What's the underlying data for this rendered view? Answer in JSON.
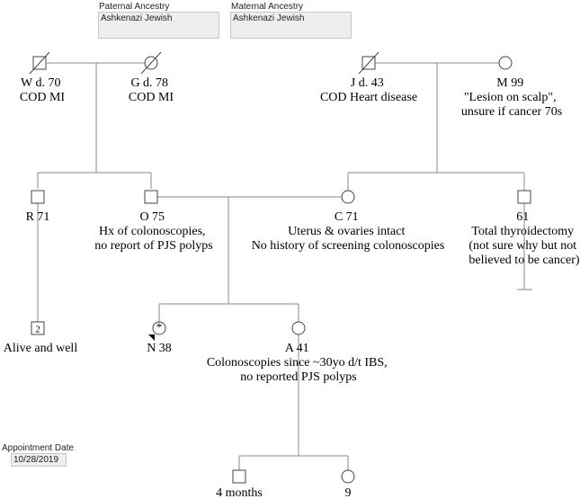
{
  "header": {
    "paternal_label": "Paternal Ancestry",
    "paternal_value": "Ashkenazi Jewish",
    "maternal_label": "Maternal Ancestry",
    "maternal_value": "Ashkenazi Jewish"
  },
  "appointment": {
    "label": "Appointment Date",
    "value": "10/28/2019"
  },
  "pedigree": {
    "W": {
      "lines": [
        "W d. 70",
        "COD MI"
      ]
    },
    "G": {
      "lines": [
        "G d. 78",
        "COD MI"
      ]
    },
    "J": {
      "lines": [
        "J d. 43",
        "COD Heart disease"
      ]
    },
    "M": {
      "lines": [
        "M 99",
        "\"Lesion on scalp\",",
        "unsure if cancer 70s"
      ]
    },
    "R": {
      "lines": [
        "R 71"
      ]
    },
    "O": {
      "lines": [
        "O 75",
        "Hx of colonoscopies,",
        "no report of PJS polyps"
      ]
    },
    "C": {
      "lines": [
        "C 71",
        "Uterus & ovaries intact",
        "No history of screening colonoscopies"
      ]
    },
    "U": {
      "lines": [
        "61",
        "Total thyroidectomy",
        "(not sure why but not",
        "believed to be cancer)"
      ]
    },
    "R_children": {
      "count": "2",
      "lines": [
        "Alive and well"
      ]
    },
    "N": {
      "lines": [
        "N 38"
      ],
      "proband_mark": "*"
    },
    "A": {
      "lines": [
        "A 41",
        "Colonoscopies since ~30yo d/t IBS,",
        "no reported PJS polyps"
      ]
    },
    "son": {
      "lines": [
        "4 months"
      ]
    },
    "daughter": {
      "lines": [
        "9"
      ]
    }
  }
}
